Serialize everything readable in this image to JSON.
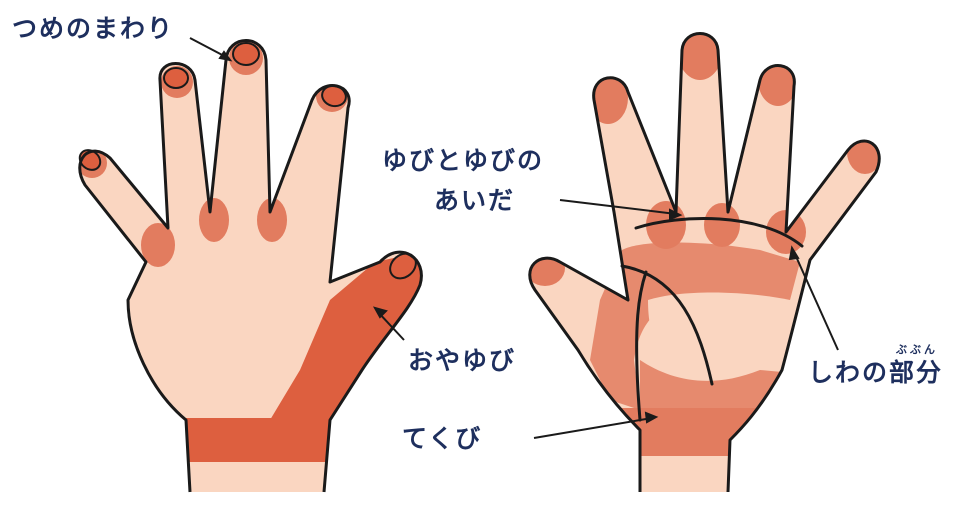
{
  "labels": {
    "nail_area": "つめのまわり",
    "between_fingers_line1": "ゆびとゆびの",
    "between_fingers_line2": "あいだ",
    "thumb": "おやゆび",
    "wrinkles": "しわの部分",
    "wrinkles_ruby": "ぶぶん",
    "wrist": "てくび"
  },
  "colors": {
    "skin": "#fad6c1",
    "highlight": "#e27c5f",
    "highlight_dark": "#dd5f3f",
    "outline": "#1a1a1a",
    "text": "#1e2f5e"
  }
}
